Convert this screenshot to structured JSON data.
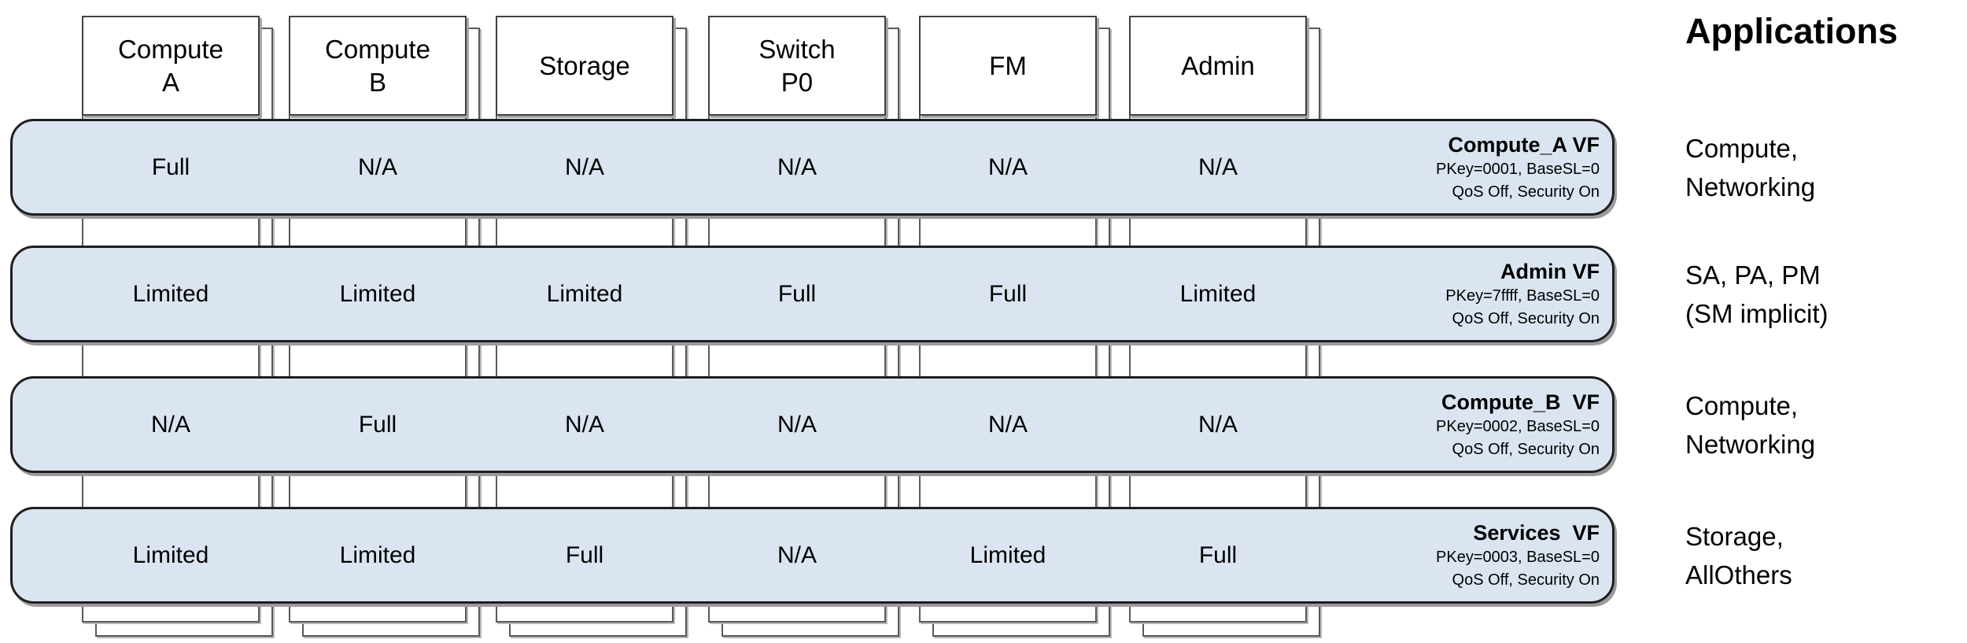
{
  "diagram": {
    "applications_heading": "Applications",
    "columns": [
      {
        "id": "compute-a",
        "label": "Compute\nA"
      },
      {
        "id": "compute-b",
        "label": "Compute\nB"
      },
      {
        "id": "storage",
        "label": "Storage"
      },
      {
        "id": "switch-p0",
        "label": "Switch\nP0"
      },
      {
        "id": "fm",
        "label": "FM"
      },
      {
        "id": "admin",
        "label": "Admin"
      }
    ],
    "vfs": [
      {
        "name": "Compute_A VF",
        "pkey_line": "PKey=0001, BaseSL=0",
        "qos_line": "QoS Off, Security On",
        "memberships": [
          "Full",
          "N/A",
          "N/A",
          "N/A",
          "N/A",
          "N/A"
        ],
        "applications": "Compute,\nNetworking"
      },
      {
        "name": "Admin VF",
        "pkey_line": "PKey=7ffff, BaseSL=0",
        "qos_line": "QoS Off, Security On",
        "memberships": [
          "Limited",
          "Limited",
          "Limited",
          "Full",
          "Full",
          "Limited"
        ],
        "applications": "SA, PA, PM\n(SM implicit)"
      },
      {
        "name": "Compute_B  VF",
        "pkey_line": "PKey=0002, BaseSL=0",
        "qos_line": "QoS Off, Security On",
        "memberships": [
          "N/A",
          "Full",
          "N/A",
          "N/A",
          "N/A",
          "N/A"
        ],
        "applications": "Compute,\nNetworking"
      },
      {
        "name": "Services  VF",
        "pkey_line": "PKey=0003, BaseSL=0",
        "qos_line": "QoS Off, Security On",
        "memberships": [
          "Limited",
          "Limited",
          "Full",
          "N/A",
          "Limited",
          "Full"
        ],
        "applications": "Storage,\nAllOthers"
      }
    ],
    "colors": {
      "banner_fill": "#dbe5f1",
      "banner_border": "#1f1f1f",
      "node_border": "#595959",
      "card_border": "#404040",
      "shadow": "#a6a6a6"
    }
  }
}
